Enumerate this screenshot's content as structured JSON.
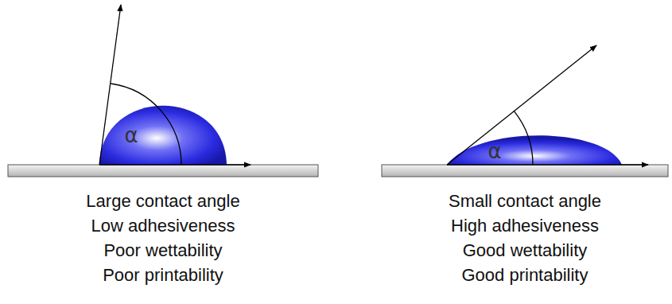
{
  "diagram": {
    "labels": [
      "α",
      "Large contact angle",
      "Low adhesiveness",
      "Poor wettability",
      "Poor printability",
      "α",
      "Small contact angle",
      "High adhesiveness",
      "Good wettability",
      "Good printability"
    ]
  }
}
